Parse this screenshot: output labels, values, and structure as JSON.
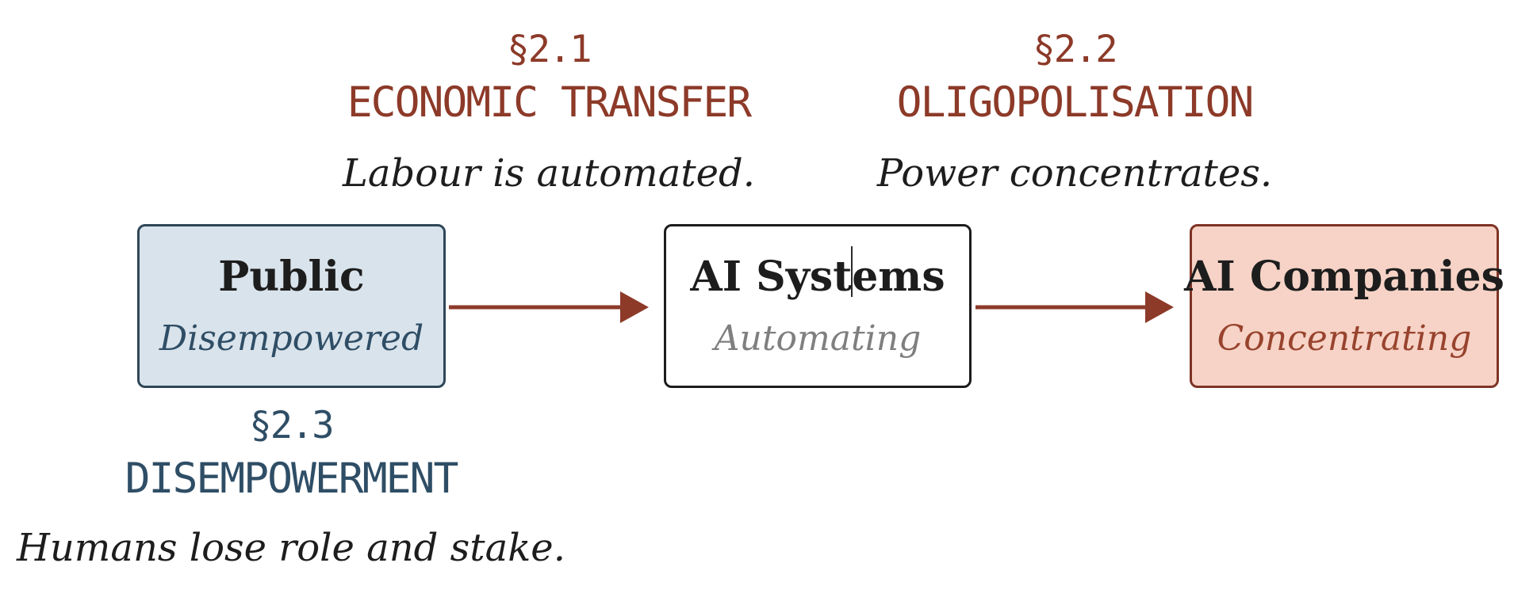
{
  "theme": {
    "background": "#ffffff",
    "accent_red": "#8d3a29",
    "accent_blue": "#2f4e66",
    "text_dark": "#1d1d1d",
    "gray_subtitle": "#7f7f7f",
    "public_fill": "#d9e3eb",
    "public_border": "#2e4757",
    "systems_fill": "#ffffff",
    "systems_border": "#1c1c1c",
    "companies_fill": "#f6d3c6",
    "companies_border": "#7e3425",
    "companies_subtitle": "#98432e",
    "caret_color": "#2a2a2a"
  },
  "sections": [
    {
      "number": "§2.1",
      "name": "ECONOMIC TRANSFER",
      "caption": "Labour is automated."
    },
    {
      "number": "§2.2",
      "name": "OLIGOPOLISATION",
      "caption": "Power concentrates."
    },
    {
      "number": "§2.3",
      "name": "DISEMPOWERMENT",
      "caption": "Humans lose role and stake."
    }
  ],
  "nodes": [
    {
      "title": "Public",
      "subtitle": "Disempowered"
    },
    {
      "title": "AI Systems",
      "title_part1": "AI Syst",
      "title_part2": "ems",
      "subtitle": "Automating"
    },
    {
      "title": "AI Companies",
      "subtitle": "Concentrating"
    }
  ],
  "arrows": [
    {
      "from": "Public",
      "to": "AI Systems",
      "section": "§2.1"
    },
    {
      "from": "AI Systems",
      "to": "AI Companies",
      "section": "§2.2"
    }
  ]
}
